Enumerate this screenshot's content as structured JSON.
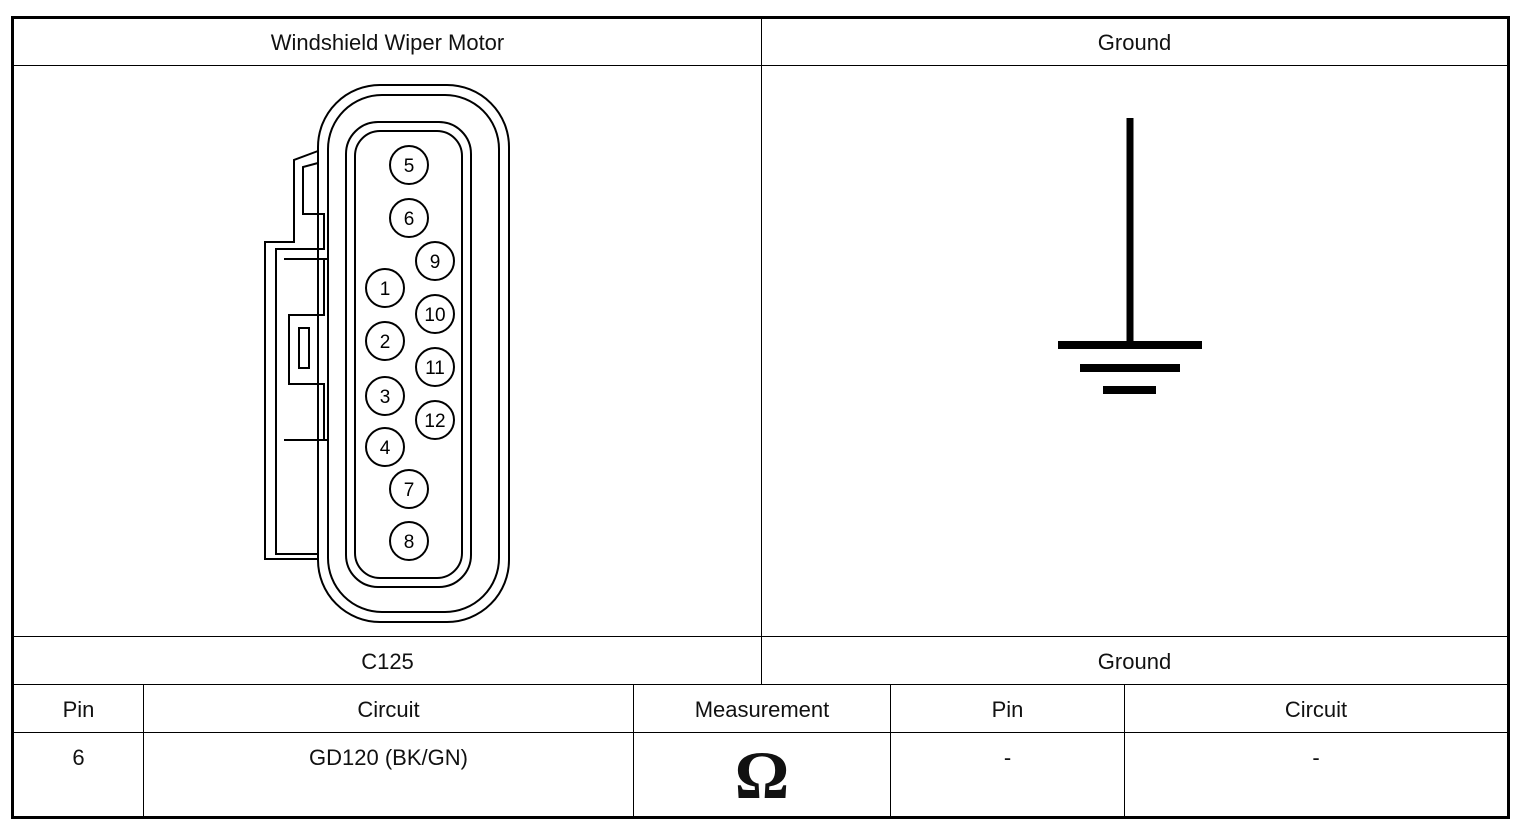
{
  "header": {
    "left_title": "Windshield Wiper Motor",
    "right_title": "Ground"
  },
  "connector": {
    "pins": [
      {
        "label": "5"
      },
      {
        "label": "6"
      },
      {
        "label": "9"
      },
      {
        "label": "1"
      },
      {
        "label": "10"
      },
      {
        "label": "2"
      },
      {
        "label": "11"
      },
      {
        "label": "3"
      },
      {
        "label": "12"
      },
      {
        "label": "4"
      },
      {
        "label": "7"
      },
      {
        "label": "8"
      }
    ]
  },
  "symbol": {
    "name": "ground-symbol"
  },
  "footer": {
    "left_label": "C125",
    "right_label": "Ground"
  },
  "table": {
    "headers": [
      "Pin",
      "Circuit",
      "Measurement",
      "Pin",
      "Circuit"
    ],
    "row": {
      "pin": "6",
      "circuit": "GD120 (BK/GN)",
      "measurement_symbol": "Ω",
      "pin2": "-",
      "circuit2": "-"
    }
  }
}
